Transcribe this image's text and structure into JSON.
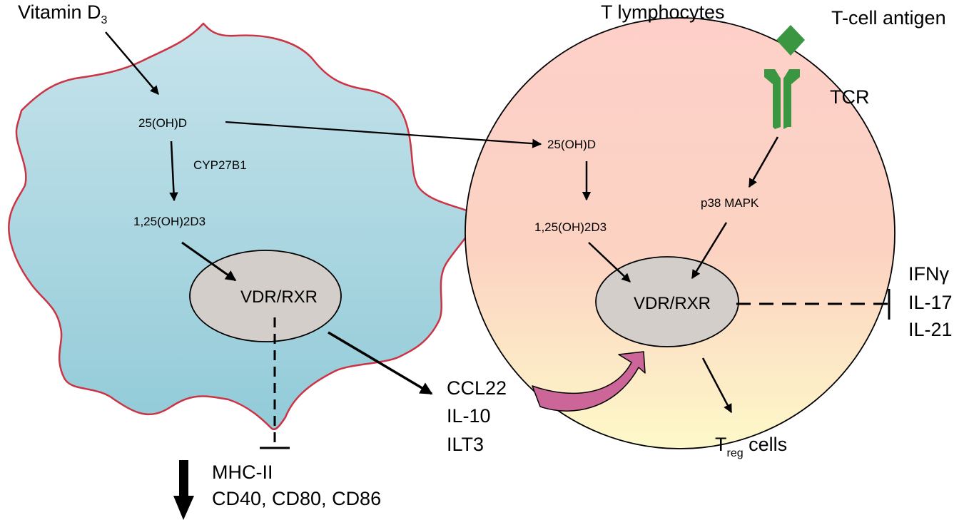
{
  "colors": {
    "apc_fill_top": "#c4e2ea",
    "apc_fill_bottom": "#94ccd8",
    "apc_outline": "#cc3344",
    "tcell_fill_top": "#fdd0c8",
    "tcell_fill_bottom": "#fdf7c8",
    "nucleus_fill": "#d3ceca",
    "receptor_green": "#3a9640",
    "feedback_arrow": "#cc6699"
  },
  "labels": {
    "vitamin_d3": "Vitamin D",
    "vitamin_d3_sub": "3",
    "t_lymphocytes": "T lymphocytes",
    "t_cell_antigen": "T-cell antigen",
    "tcr": "TCR"
  },
  "apc": {
    "metabolite_25ohd": "25(OH)D",
    "enzyme": "CYP27B1",
    "metabolite_125": "1,25(OH)2D3",
    "nucleus": "VDR/RXR"
  },
  "secreted": [
    "CCL22",
    "IL-10",
    "ILT3"
  ],
  "downregulated": [
    "MHC-II",
    "CD40, CD80, CD86"
  ],
  "tcell": {
    "metabolite_25ohd": "25(OH)D",
    "metabolite_125": "1,25(OH)2D3",
    "kinase": "p38 MAPK",
    "nucleus": "VDR/RXR"
  },
  "inhibited_cytokines": [
    "IFNγ",
    "IL-17",
    "IL-21"
  ],
  "treg": {
    "T": "T",
    "sub": "reg",
    "suffix": " cells"
  }
}
